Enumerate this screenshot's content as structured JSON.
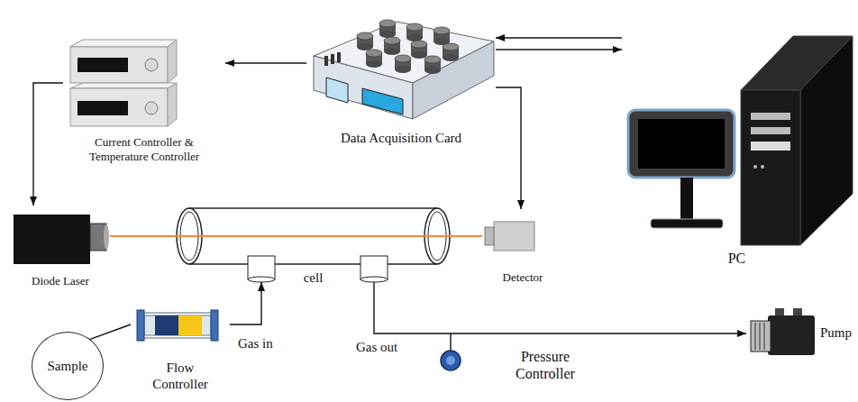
{
  "diagram": {
    "nodes": [
      {
        "text": [
          "Current Controller & Temperature Controller"
        ]
      },
      {
        "text": [
          "Data Acquisition Card"
        ]
      },
      {
        "text": [
          "PC"
        ]
      },
      {
        "text": [
          "Diode Laser"
        ]
      },
      {
        "text": [
          "cell"
        ]
      },
      {
        "text": [
          "Detector"
        ]
      },
      {
        "text": [
          "Sample"
        ]
      },
      {
        "text": [
          "Flow Controller"
        ]
      },
      {
        "text": [
          "Pressure Controller"
        ]
      },
      {
        "text": [
          "Pump"
        ]
      }
    ],
    "edges": [
      {
        "from": 1,
        "to": 0,
        "arrow": "to"
      },
      {
        "from": 0,
        "to": 3,
        "arrow": "to"
      },
      {
        "from": 1,
        "to": 5,
        "arrow": "to"
      },
      {
        "from": 2,
        "to": 1,
        "arrow": "to"
      },
      {
        "from": 1,
        "to": 2,
        "arrow": "to"
      },
      {
        "from": 3,
        "to": 5,
        "arrow": "none"
      },
      {
        "from": 6,
        "to": 7,
        "arrow": "none"
      },
      {
        "from": 7,
        "to": 4,
        "label": "Gas in",
        "arrow": "to"
      },
      {
        "from": 4,
        "to": 9,
        "label": "Gas out",
        "arrow": "to"
      }
    ]
  }
}
